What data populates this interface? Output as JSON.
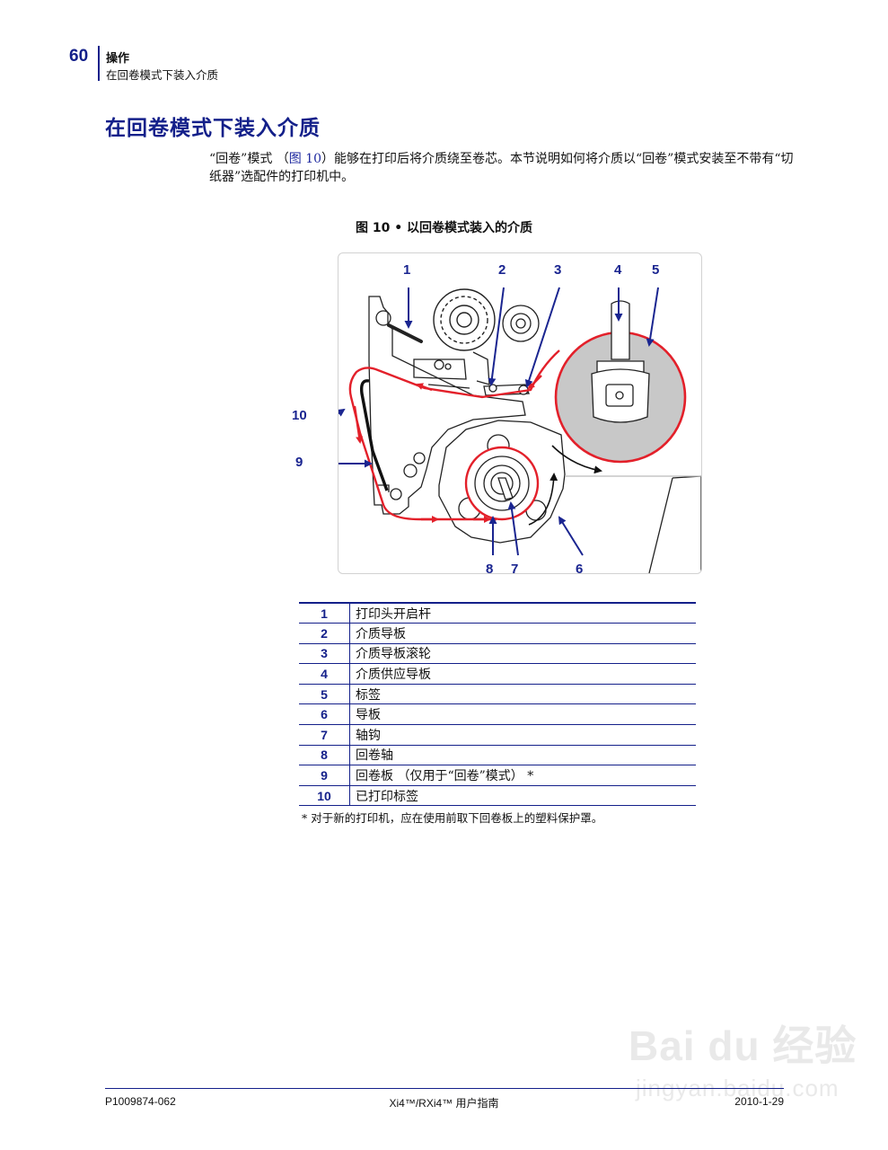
{
  "header": {
    "page_number": "60",
    "section": "操作",
    "subsection": "在回卷模式下装入介质"
  },
  "title": "在回卷模式下装入介质",
  "intro": {
    "before_ref": "“回卷”模式 （",
    "ref": "图 10",
    "after_ref": "）能够在打印后将介质绕至卷芯。本节说明如何将介质以“回卷”模式安装至不带有“切纸器”选配件的打印机中。"
  },
  "figure": {
    "caption": "图 10 •  以回卷模式装入的介质",
    "callouts": {
      "c1": "1",
      "c2": "2",
      "c3": "3",
      "c4": "4",
      "c5": "5",
      "c6": "6",
      "c7": "7",
      "c8": "8",
      "c9": "9",
      "c10": "10"
    },
    "colors": {
      "media_path": "#e3202a",
      "callout": "#1a2590",
      "label_roll": "#c8c8c8"
    }
  },
  "legend": [
    {
      "num": "1",
      "desc": "打印头开启杆"
    },
    {
      "num": "2",
      "desc": "介质导板"
    },
    {
      "num": "3",
      "desc": "介质导板滚轮"
    },
    {
      "num": "4",
      "desc": "介质供应导板"
    },
    {
      "num": "5",
      "desc": "标签"
    },
    {
      "num": "6",
      "desc": "导板"
    },
    {
      "num": "7",
      "desc": "轴钩"
    },
    {
      "num": "8",
      "desc": "回卷轴"
    },
    {
      "num": "9",
      "desc": "回卷板 （仅用于“回卷”模式） *"
    },
    {
      "num": "10",
      "desc": "已打印标签"
    }
  ],
  "footnote": "*  对于新的打印机，应在使用前取下回卷板上的塑料保护罩。",
  "footer": {
    "left": "P1009874-062",
    "center": "Xi4™/RXi4™ 用户指南",
    "right": "2010-1-29"
  },
  "watermark": {
    "main": "Bai du 经验",
    "sub": "jingyan.baidu.com"
  }
}
